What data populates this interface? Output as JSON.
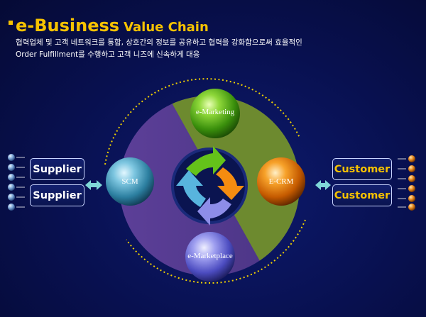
{
  "title": {
    "main": "e-Business",
    "sub": "Value Chain"
  },
  "subtitle": {
    "line1": "협력업체 및 고객 네트워크를 통합, 상호간의 정보를 공유하고 협력을 강화함으로써 효율적인",
    "line2": "Order Fulfillment를 수행하고 고객 니즈에 신속하게 대응"
  },
  "spheres": {
    "marketing": "e-Marketing",
    "scm": "SCM",
    "crm": "E-CRM",
    "marketplace": "e-Marketplace"
  },
  "left_boxes": [
    "Supplier",
    "Supplier"
  ],
  "right_boxes": [
    "Customer",
    "Customer"
  ],
  "colors": {
    "title": "#f6c200",
    "marketing": "#5fb51a",
    "scm": "#4aa3c2",
    "crm": "#f07a00",
    "marketplace": "#6f6fd8"
  }
}
